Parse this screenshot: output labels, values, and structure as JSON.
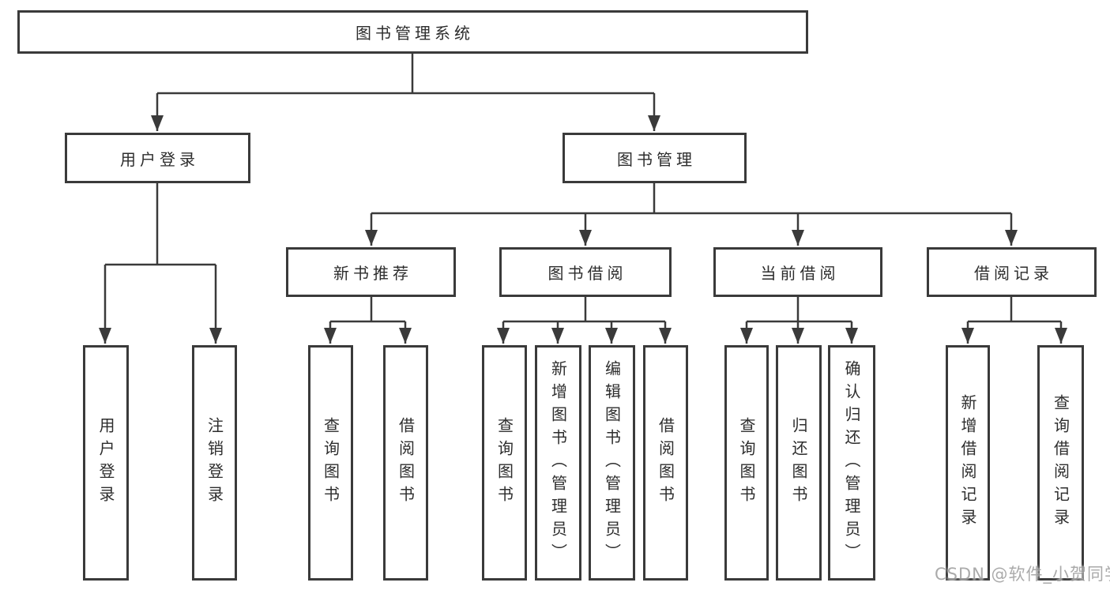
{
  "diagram": {
    "root": "图书管理系统",
    "children": [
      {
        "label": "用户登录",
        "children": [
          "用户登录",
          "注销登录"
        ]
      },
      {
        "label": "图书管理",
        "children": [
          {
            "label": "新书推荐",
            "children": [
              "查询图书",
              "借阅图书"
            ]
          },
          {
            "label": "图书借阅",
            "children": [
              "查询图书",
              "新增图书（管理员）",
              "编辑图书（管理员）",
              "借阅图书"
            ]
          },
          {
            "label": "当前借阅",
            "children": [
              "查询图书",
              "归还图书",
              "确认归还（管理员）"
            ]
          },
          {
            "label": "借阅记录",
            "children": [
              "新增借阅记录",
              "查询借阅记录"
            ]
          }
        ]
      }
    ]
  },
  "watermark": "CSDN @软件_小贺同学",
  "colors": {
    "line": "#3a3a3a",
    "text": "#2d2d2d",
    "box_background": "#ffffff",
    "page_background": "#ffffff",
    "watermark": "#9f9f9f"
  }
}
